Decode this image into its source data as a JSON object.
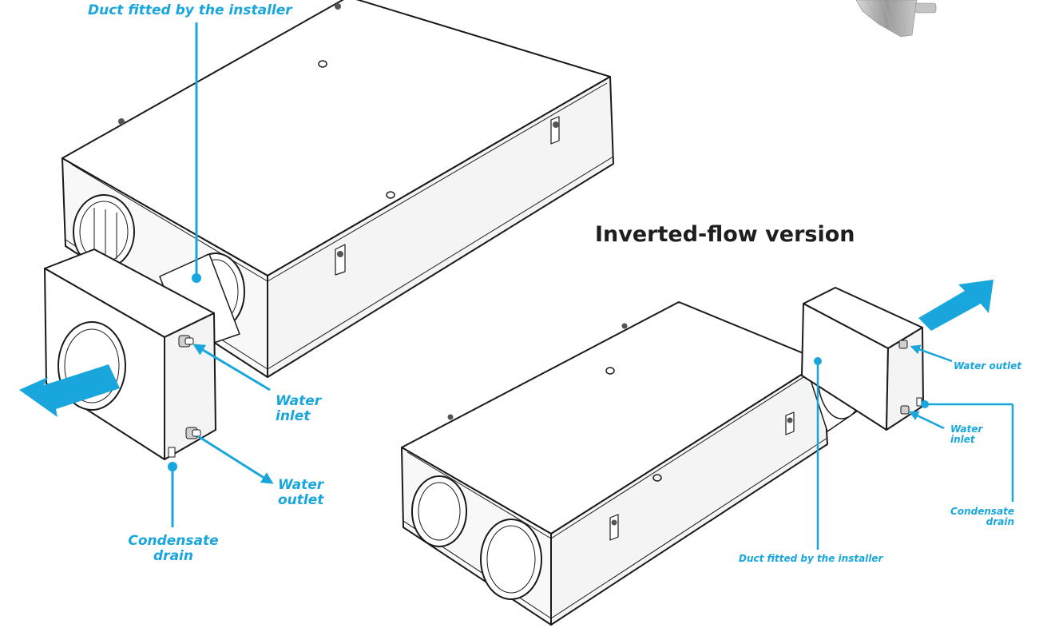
{
  "heading": "Inverted-flow version",
  "colors": {
    "accent": "#18a6dc",
    "outline": "#1a1a1a",
    "face_light": "#ffffff",
    "face_shade": "#f4f4f4"
  },
  "left_unit": {
    "duct_label": "Duct fitted by the installer",
    "water_inlet": "Water\ninlet",
    "water_outlet": "Water\noutlet",
    "condensate_drain": "Condensate\ndrain"
  },
  "right_unit": {
    "duct_label": "Duct fitted by the installer",
    "water_outlet": "Water outlet",
    "water_inlet": "Water\ninlet",
    "condensate_drain": "Condensate\ndrain"
  },
  "icons": [
    "airflow-arrow-icon",
    "pipe-fitting-icon",
    "coil-photo-icon"
  ]
}
